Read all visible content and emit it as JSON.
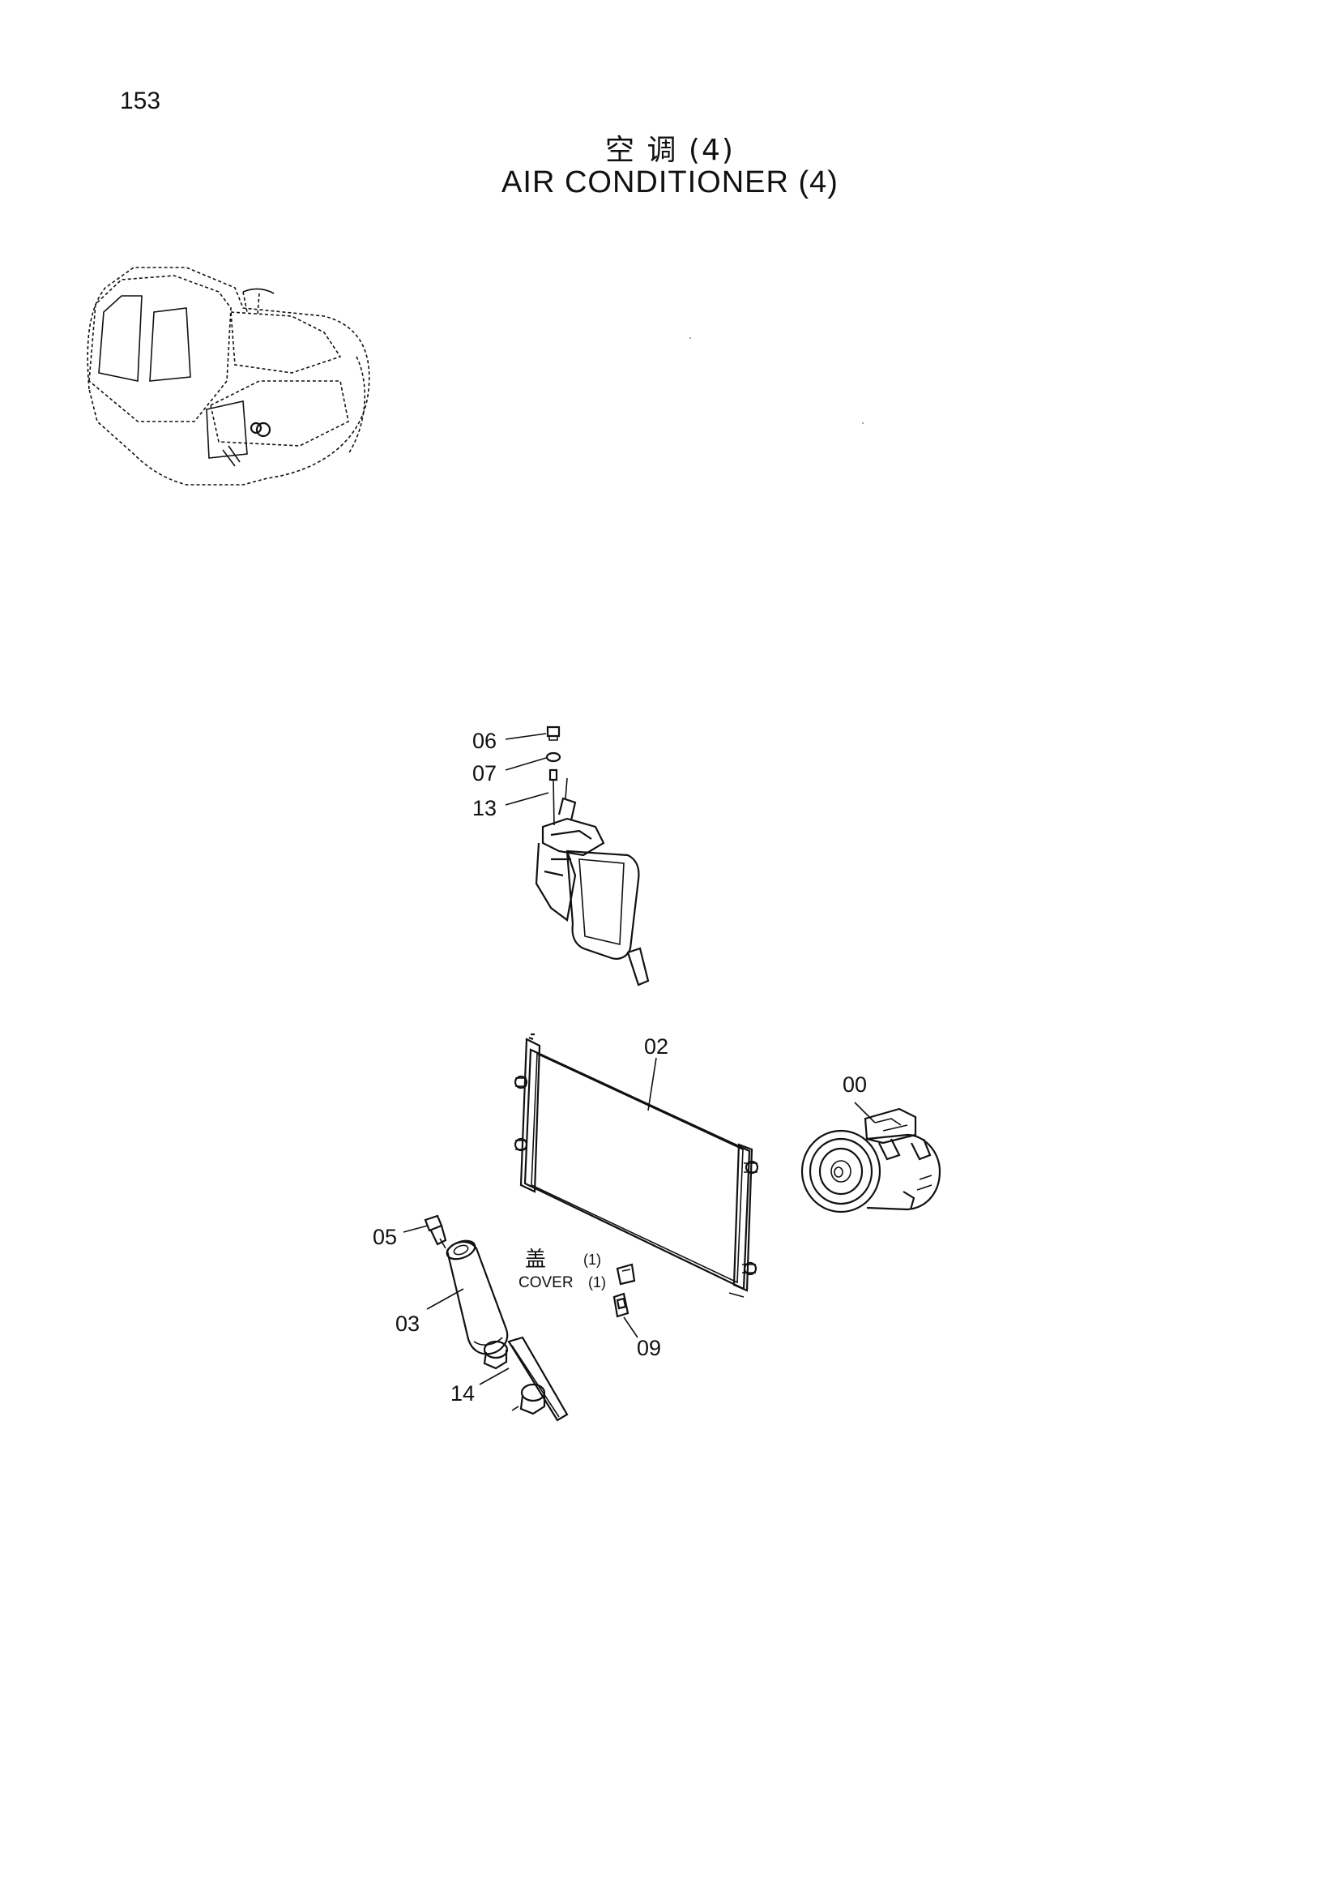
{
  "page_number": "153",
  "title": {
    "cn": "空 调 (4)",
    "en": "AIR  CONDITIONER (4)"
  },
  "callouts": {
    "c06": "06",
    "c07": "07",
    "c13": "13",
    "c02": "02",
    "c00": "00",
    "c05": "05",
    "c03": "03",
    "c14": "14",
    "c09": "09"
  },
  "note": {
    "cn": "盖",
    "cn_qty": "(1)",
    "en": "COVER",
    "en_qty": "(1)"
  }
}
